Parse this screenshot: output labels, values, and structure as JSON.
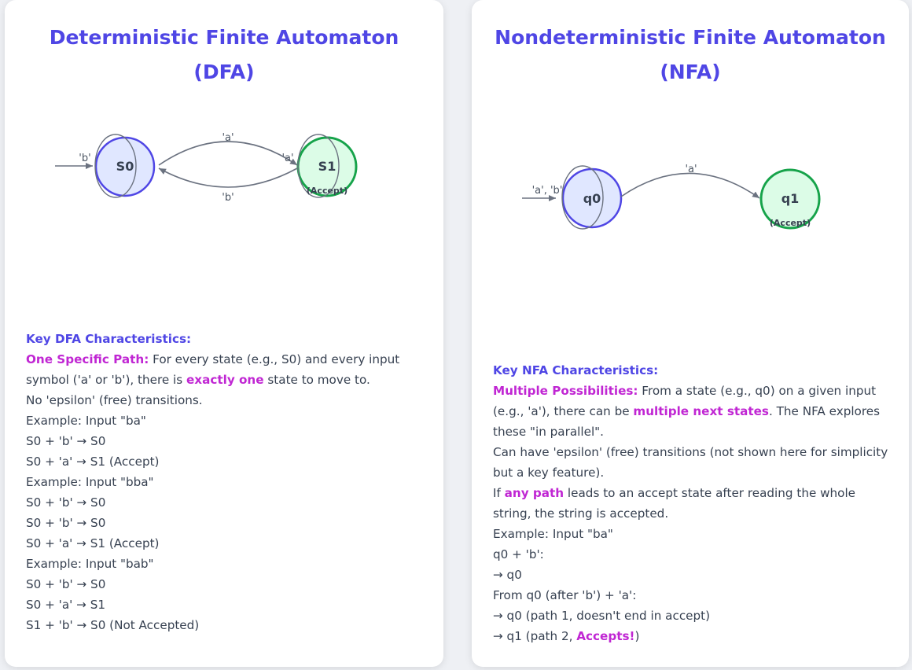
{
  "dfa": {
    "title": "Deterministic Finite Automaton (DFA)",
    "diagram": {
      "states": [
        {
          "id": "S0",
          "label": "S0",
          "sublabel": "",
          "accept": false
        },
        {
          "id": "S1",
          "label": "S1",
          "sublabel": "(Accept)",
          "accept": true
        }
      ],
      "start_label": "'b'",
      "transitions": [
        {
          "from": "S0",
          "to": "S1",
          "label": "'a'"
        },
        {
          "from": "S1",
          "to": "S0",
          "label": "'b'"
        },
        {
          "from": "S1",
          "to": "S1",
          "label": "'a'"
        }
      ]
    },
    "characteristics": {
      "heading": "Key DFA Characteristics:",
      "point1_term": "One Specific Path:",
      "point1_text_a": " For every state (e.g., S0) and every input",
      "point1_text_b": "symbol ('a' or 'b'), there is ",
      "point1_emphasis": "exactly one",
      "point1_text_c": " state to move to.",
      "no_epsilon": "No 'epsilon' (free) transitions.",
      "examples": [
        {
          "title": "Example: Input \"ba\"",
          "steps": [
            "S0 + 'b' → S0",
            "S0 + 'a' → S1 (Accept)"
          ]
        },
        {
          "title": "Example: Input \"bba\"",
          "steps": [
            "S0 + 'b' → S0",
            "S0 + 'b' → S0",
            "S0 + 'a' → S1 (Accept)"
          ]
        },
        {
          "title": "Example: Input \"bab\"",
          "steps": [
            "S0 + 'b' → S0",
            "S0 + 'a' → S1",
            "S1 + 'b' → S0 (Not Accepted)"
          ]
        }
      ]
    }
  },
  "nfa": {
    "title": "Nondeterministic Finite Automaton (NFA)",
    "diagram": {
      "states": [
        {
          "id": "q0",
          "label": "q0",
          "sublabel": "",
          "accept": false
        },
        {
          "id": "q1",
          "label": "q1",
          "sublabel": "(Accept)",
          "accept": true
        }
      ],
      "start_label": "'a', 'b'",
      "transitions": [
        {
          "from": "q0",
          "to": "q1",
          "label": "'a'"
        }
      ]
    },
    "characteristics": {
      "heading": "Key NFA Characteristics:",
      "point1_term": "Multiple Possibilities:",
      "point1_text_a": " From a state (e.g., q0) on a given input",
      "point1_text_b": "(e.g., 'a'), there can be ",
      "point1_emphasis": "multiple next states",
      "point1_text_c": ". The NFA explores",
      "point1_text_d": "these \"in parallel\".",
      "epsilon_a": "Can have 'epsilon' (free) transitions (not shown here for simplicity",
      "epsilon_b": "but a key feature).",
      "anypath_a": "If ",
      "anypath_emphasis": "any path",
      "anypath_b": " leads to an accept state after reading the whole",
      "anypath_c": "string, the string is accepted.",
      "example_title": "Example: Input \"ba\"",
      "step1": "q0 + 'b':",
      "step2": "→ q0",
      "step3": "From q0 (after 'b') + 'a':",
      "step4": "→ q0 (path 1, doesn't end in accept)",
      "step5_a": "→ q1 (path 2, ",
      "step5_emphasis": "Accepts!",
      "step5_b": ")"
    }
  },
  "colors": {
    "accent": "#4f46e5",
    "highlight": "#c026d3",
    "accept_stroke": "#16a34a",
    "accept_fill": "#dcfce7",
    "state_fill": "#e0e7ff",
    "edge": "#6b7280"
  }
}
